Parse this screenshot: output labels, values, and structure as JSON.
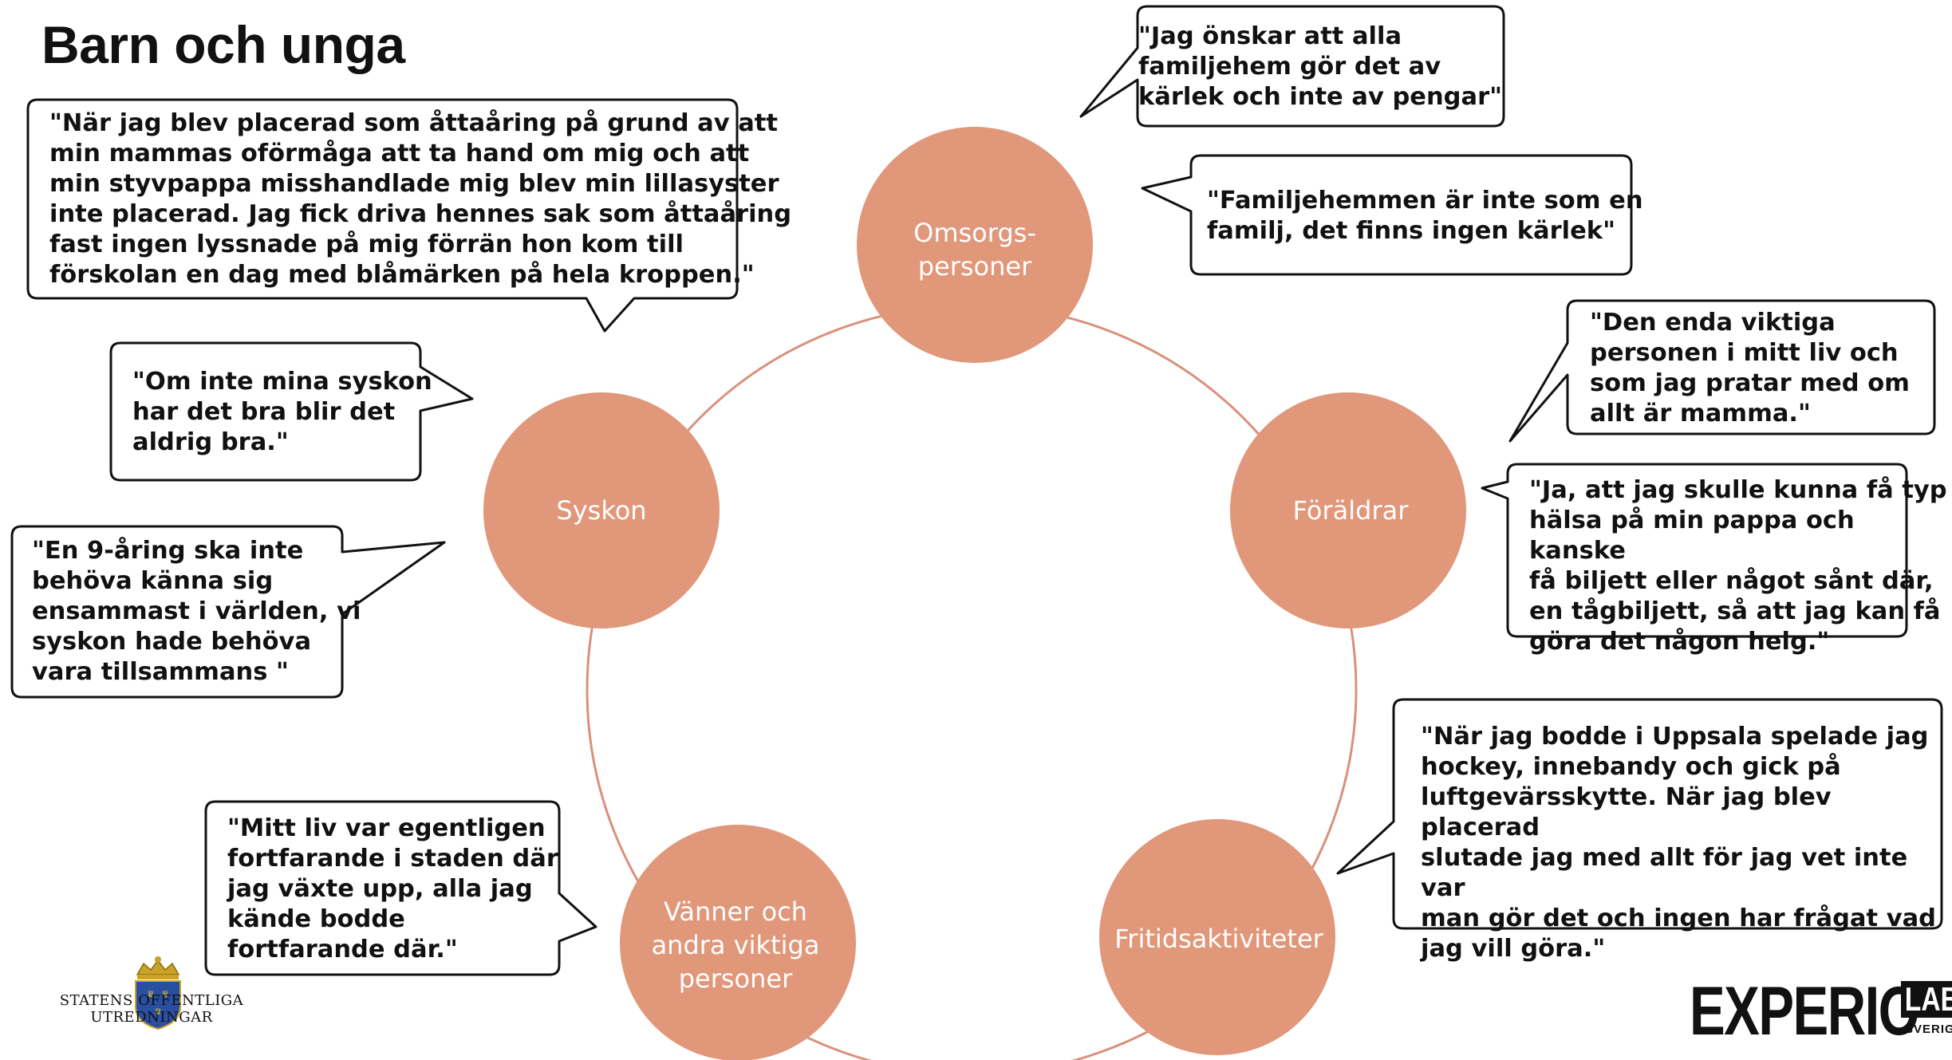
{
  "title": "Barn och unga",
  "colors": {
    "circle_fill": "#e0977a",
    "ring_stroke": "#d9917b",
    "bubble_stroke": "#111111",
    "circle_text": "#ffffff"
  },
  "circles": [
    {
      "id": "omsorgspersoner",
      "label": "Omsorgs-\npersoner"
    },
    {
      "id": "foraldrar",
      "label": "Föräldrar"
    },
    {
      "id": "fritidsaktiviteter",
      "label": "Fritidsaktiviteter"
    },
    {
      "id": "vanner",
      "label": "Vänner och\nandra viktiga\npersoner"
    },
    {
      "id": "syskon",
      "label": "Syskon"
    }
  ],
  "quotes": [
    {
      "id": "omsorg-1",
      "text": "\"Jag önskar att alla\nfamiljehem gör det av\nkärlek och inte av pengar\""
    },
    {
      "id": "omsorg-2",
      "text": "\"Familjehemmen är inte som en\nfamilj, det finns ingen kärlek\""
    },
    {
      "id": "placerad",
      "text": "\"När jag blev placerad som åttaåring på grund av att\nmin mammas oförmåga att ta hand om mig och att\nmin styvpappa misshandlade mig blev min lillasyster\ninte placerad. Jag fick driva hennes sak som åttaåring\nfast ingen lyssnade på mig förrän hon kom till\nförskolan en dag med blåmärken på hela kroppen.\""
    },
    {
      "id": "syskon-1",
      "text": "\"Om inte mina syskon\nhar det bra blir det\naldrig bra.\""
    },
    {
      "id": "syskon-2",
      "text": "\"En 9-åring ska inte\nbehöva känna sig\nensammast i världen, vi\nsyskon hade behöva\nvara tillsammans \""
    },
    {
      "id": "foraldrar-1",
      "text": "\"Den enda viktiga\npersonen i mitt liv och\nsom  jag pratar med om\nallt är mamma.\""
    },
    {
      "id": "foraldrar-2",
      "text": "\"Ja, att jag skulle kunna få typ\nhälsa på min pappa och kanske\nfå biljett eller något sånt där,\nen tågbiljett, så att jag kan få\ngöra det någon helg.\""
    },
    {
      "id": "fritid-1",
      "text": "\"När jag bodde i Uppsala spelade jag\nhockey, innebandy och gick på\nluftgevärsskytte. När jag blev placerad\nslutade jag med allt för jag vet inte var\nman gör det och ingen har frågat vad\njag vill göra.\""
    },
    {
      "id": "vanner-1",
      "text": "\"Mitt liv var egentligen\nfortfarande i staden där\njag växte upp, alla jag\nkände bodde\nfortfarande där.\""
    }
  ],
  "logos": {
    "sou": {
      "text": "STATENS OFFENTLIGA\nUTREDNINGAR",
      "icon": "crown-shield-icon"
    },
    "experio": {
      "word": "EXPERIO",
      "badge": "LAB",
      "sub": "SVERIGE"
    }
  }
}
